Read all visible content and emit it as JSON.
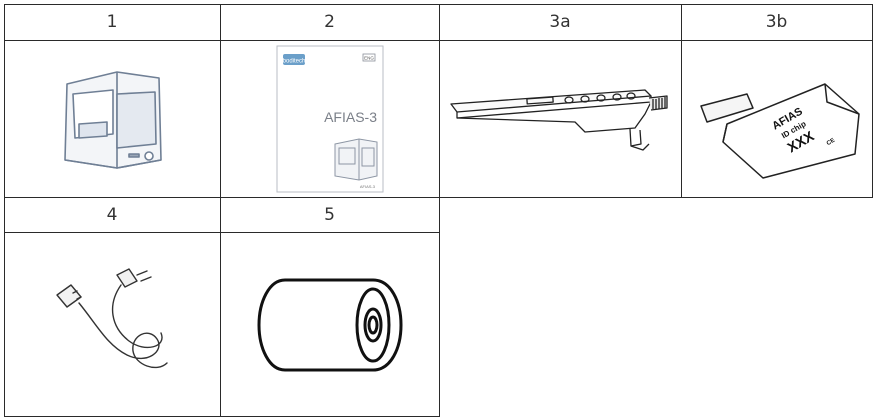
{
  "table": {
    "headers": [
      "1",
      "2",
      "3a",
      "3b",
      "4",
      "5"
    ],
    "items": [
      {
        "label": "1",
        "image": "analyzer-device-icon"
      },
      {
        "label": "2",
        "image": "user-manual-booklet"
      },
      {
        "label": "3a",
        "image": "cartridge-holder-icon"
      },
      {
        "label": "3b",
        "image": "id-chip-icon"
      },
      {
        "label": "4",
        "image": "power-cord-icon"
      },
      {
        "label": "5",
        "image": "printer-paper-roll-icon"
      }
    ],
    "manual": {
      "brand": "boditech",
      "badge": "ENG",
      "title": "AFIAS-3",
      "footer": "AFIAS-3"
    },
    "chip": {
      "line1": "AFIAS",
      "line2": "ID chip",
      "line3": "XXX",
      "badge": "CE"
    }
  }
}
